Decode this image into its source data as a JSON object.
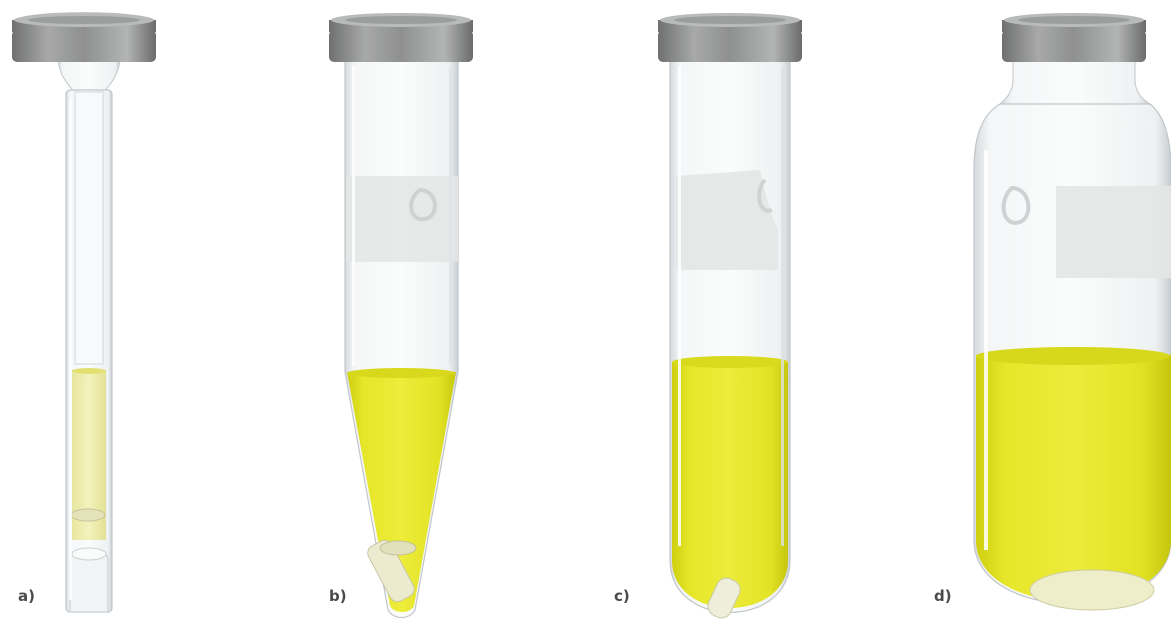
{
  "panels": [
    {
      "label": "a)",
      "vessel": "narrow-tube-vial",
      "liquid_color": "#efed9a"
    },
    {
      "label": "b)",
      "vessel": "conical-vial",
      "liquid_color": "#e2e31a"
    },
    {
      "label": "c)",
      "vessel": "round-bottom-tube-vial",
      "liquid_color": "#e0e11a"
    },
    {
      "label": "d)",
      "vessel": "wide-round-bottom-vial",
      "liquid_color": "#dfe016"
    }
  ],
  "colors": {
    "background": "#ffffff",
    "cap": "#8e8f8f",
    "glass_edge": "#c7ccd0",
    "label_text": "#4a4a4a"
  },
  "icons": [
    "vial-a-icon",
    "vial-b-icon",
    "vial-c-icon",
    "vial-d-icon",
    "stir-bar-icon"
  ]
}
